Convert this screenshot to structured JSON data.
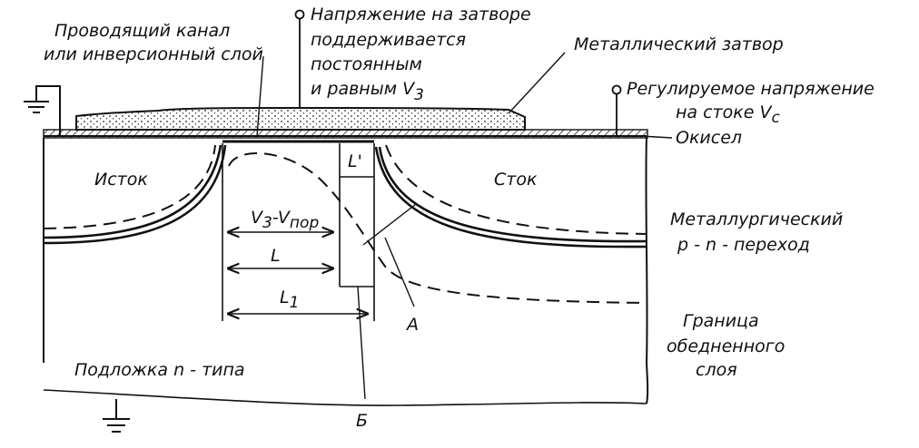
{
  "labels": {
    "channel": [
      "Проводящий канал",
      "или инверсионный слой"
    ],
    "gate_voltage": [
      "Напряжение на затворе",
      "поддерживается",
      "постоянным",
      "и равным V",
      "3"
    ],
    "metal_gate": "Металлический  затвор",
    "drain_voltage": [
      "Регулируемое напряжение",
      "на стоке V",
      "с"
    ],
    "oxide": "Окисел",
    "source": "Исток",
    "drain": "Сток",
    "junction": [
      "Металлургический",
      "p - n - переход"
    ],
    "depletion": [
      "Граница",
      "обедненного",
      "слоя"
    ],
    "substrate": "Подложка  n - типа",
    "dim_l_prime": "L'",
    "dim_v": [
      "V",
      "3",
      "-V",
      "пор"
    ],
    "dim_l": "L",
    "dim_l1": [
      "L",
      "1"
    ],
    "point_a": "A",
    "point_b": "Б"
  },
  "colors": {
    "ink": "#111111",
    "paper": "#ffffff"
  }
}
